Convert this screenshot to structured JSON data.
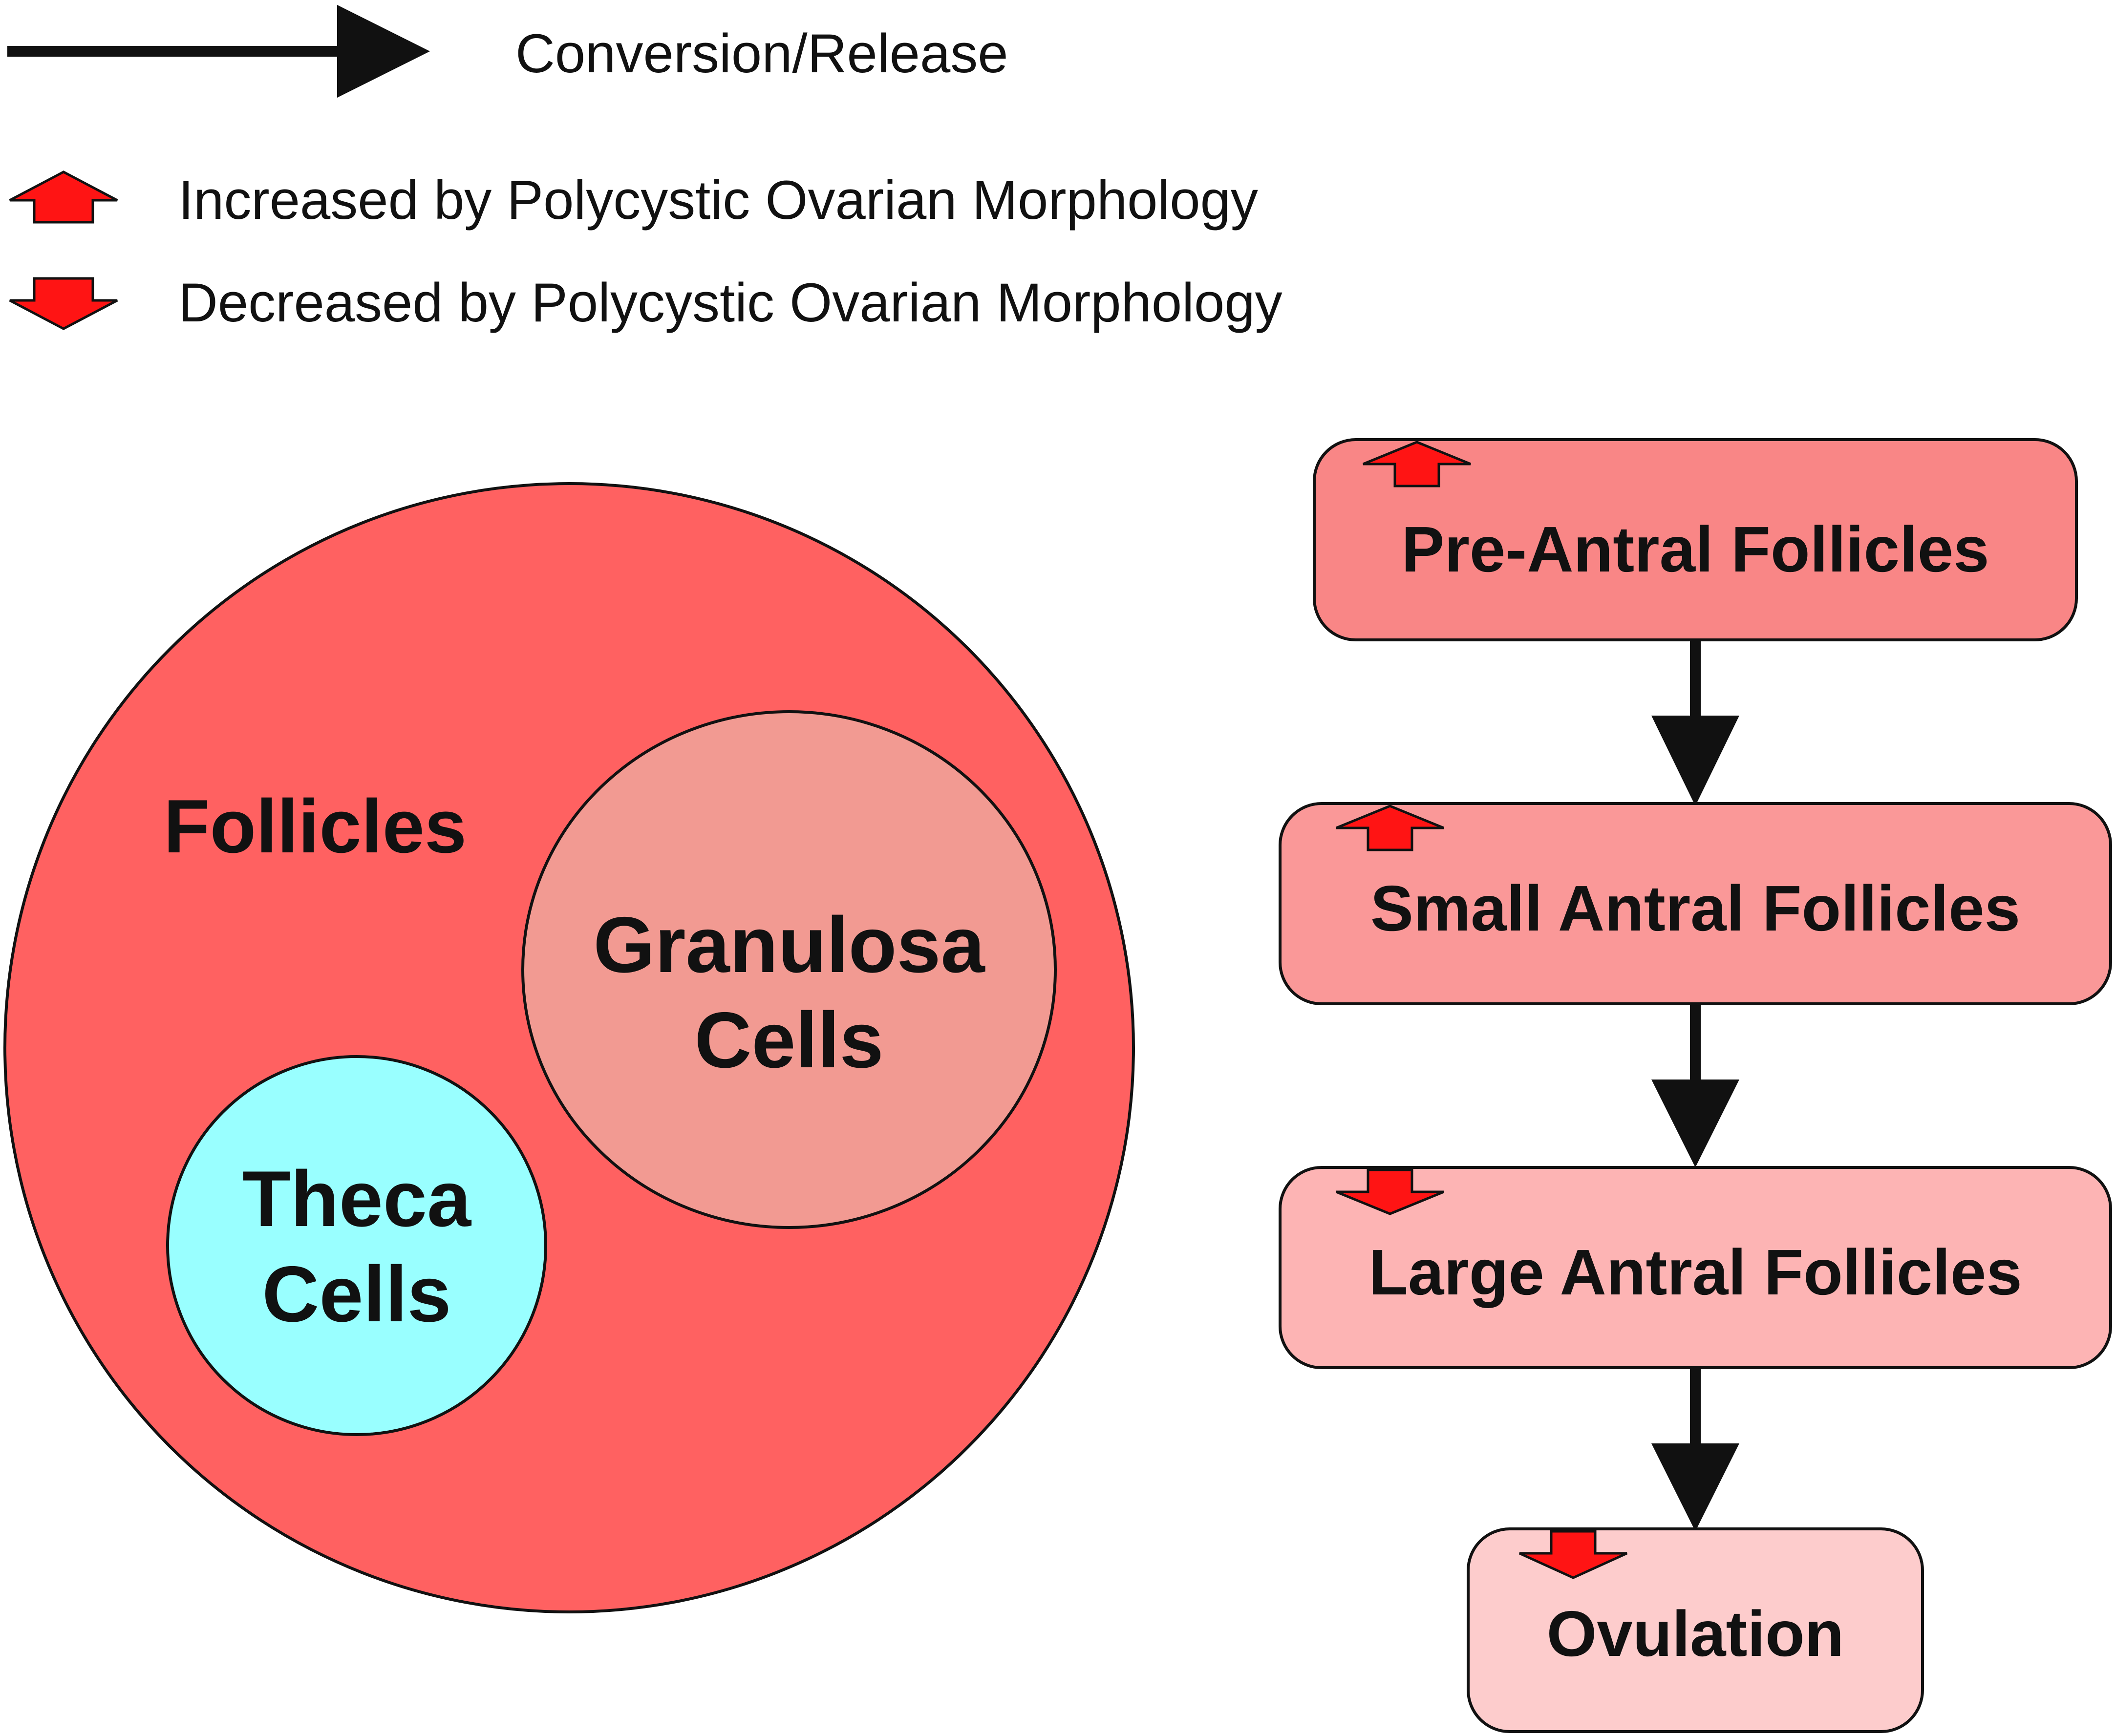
{
  "legend": {
    "conversion_label": "Conversion/Release",
    "increased_label": "Increased by Polycystic Ovarian Morphology",
    "decreased_label": "Decreased by Polycystic Ovarian Morphology",
    "arrow_icon": "right-arrow-icon",
    "increase_icon": "red-up-arrow-icon",
    "decrease_icon": "red-down-arrow-icon"
  },
  "venn": {
    "follicles": {
      "label": "Follicles",
      "color": "#FF6161"
    },
    "granulosa": {
      "line1": "Granulosa",
      "line2": "Cells",
      "color": "#F29A92"
    },
    "theca": {
      "line1": "Theca",
      "line2": "Cells",
      "color": "#99FFFF"
    }
  },
  "flow": {
    "stages": [
      {
        "label": "Pre-Antral Follicles",
        "change": "increased",
        "color": "#F98686"
      },
      {
        "label": "Small Antral Follicles",
        "change": "increased",
        "color": "#FA9898"
      },
      {
        "label": "Large Antral Follicles",
        "change": "decreased",
        "color": "#FDB4B4"
      },
      {
        "label": "Ovulation",
        "change": "decreased",
        "color": "#FDCCCC"
      }
    ]
  },
  "colors": {
    "indicator_red": "#FF1414",
    "outline": "#111111"
  }
}
